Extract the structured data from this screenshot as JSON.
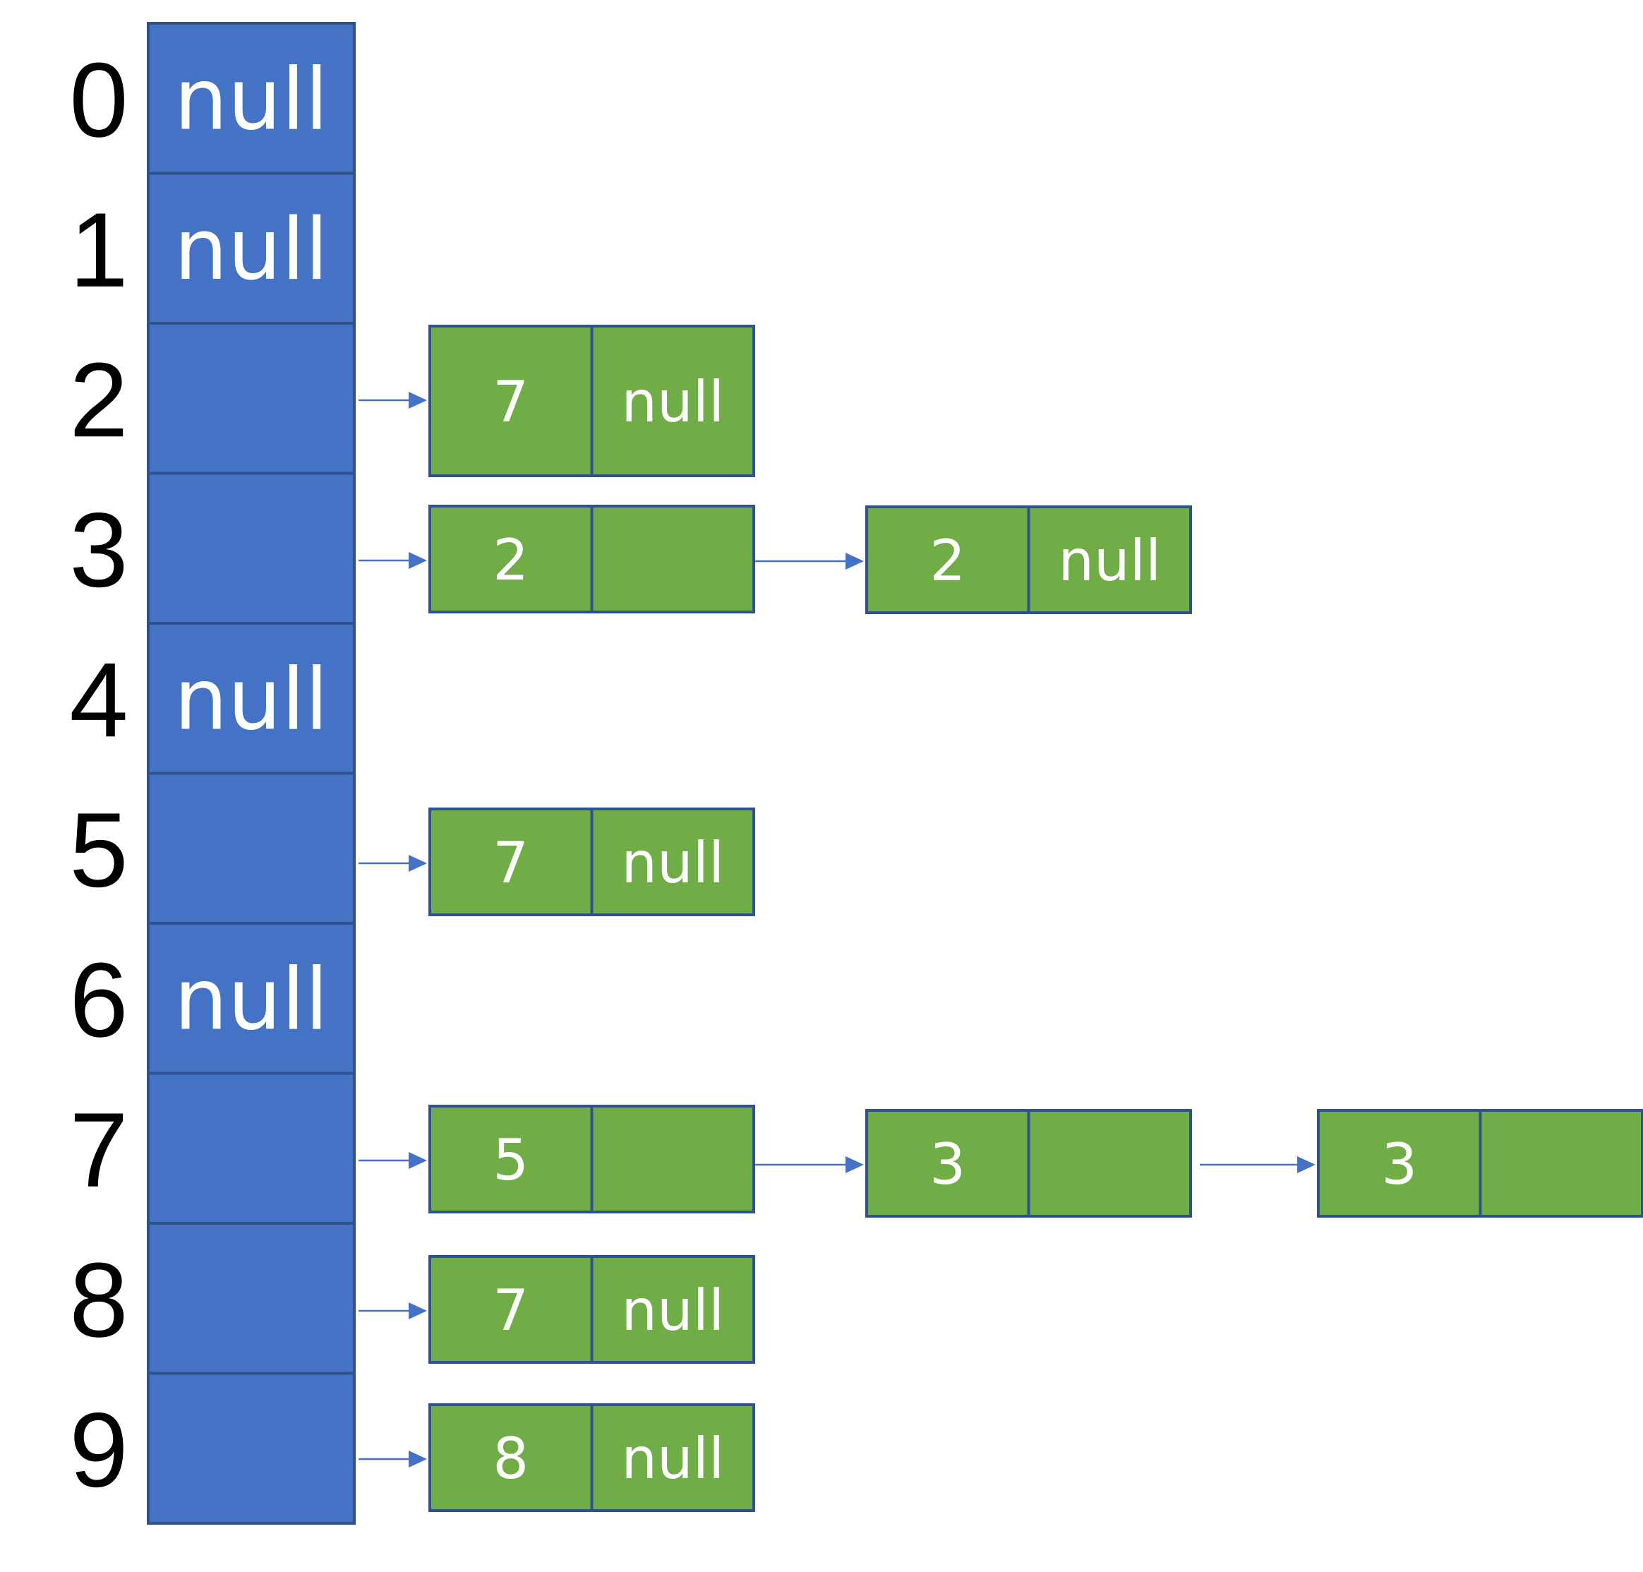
{
  "colors": {
    "bucket_fill": "#4472C4",
    "bucket_border": "#2F528F",
    "node_fill": "#70AD47",
    "node_border": "#2F528F",
    "arrow": "#4472C4",
    "index_text": "#000000",
    "box_text": "#FFFFFF"
  },
  "buckets": [
    {
      "index": "0",
      "value": "null",
      "chain": []
    },
    {
      "index": "1",
      "value": "null",
      "chain": []
    },
    {
      "index": "2",
      "value": "",
      "chain": [
        {
          "key": "7",
          "next": "null"
        }
      ]
    },
    {
      "index": "3",
      "value": "",
      "chain": [
        {
          "key": "2",
          "next": ""
        },
        {
          "key": "2",
          "next": "null"
        }
      ]
    },
    {
      "index": "4",
      "value": "null",
      "chain": []
    },
    {
      "index": "5",
      "value": "",
      "chain": [
        {
          "key": "7",
          "next": "null"
        }
      ]
    },
    {
      "index": "6",
      "value": "null",
      "chain": []
    },
    {
      "index": "7",
      "value": "",
      "chain": [
        {
          "key": "5",
          "next": ""
        },
        {
          "key": "3",
          "next": ""
        },
        {
          "key": "3",
          "next": ""
        }
      ]
    },
    {
      "index": "8",
      "value": "",
      "chain": [
        {
          "key": "7",
          "next": "null"
        }
      ]
    },
    {
      "index": "9",
      "value": "",
      "chain": [
        {
          "key": "8",
          "next": "null"
        }
      ]
    }
  ]
}
